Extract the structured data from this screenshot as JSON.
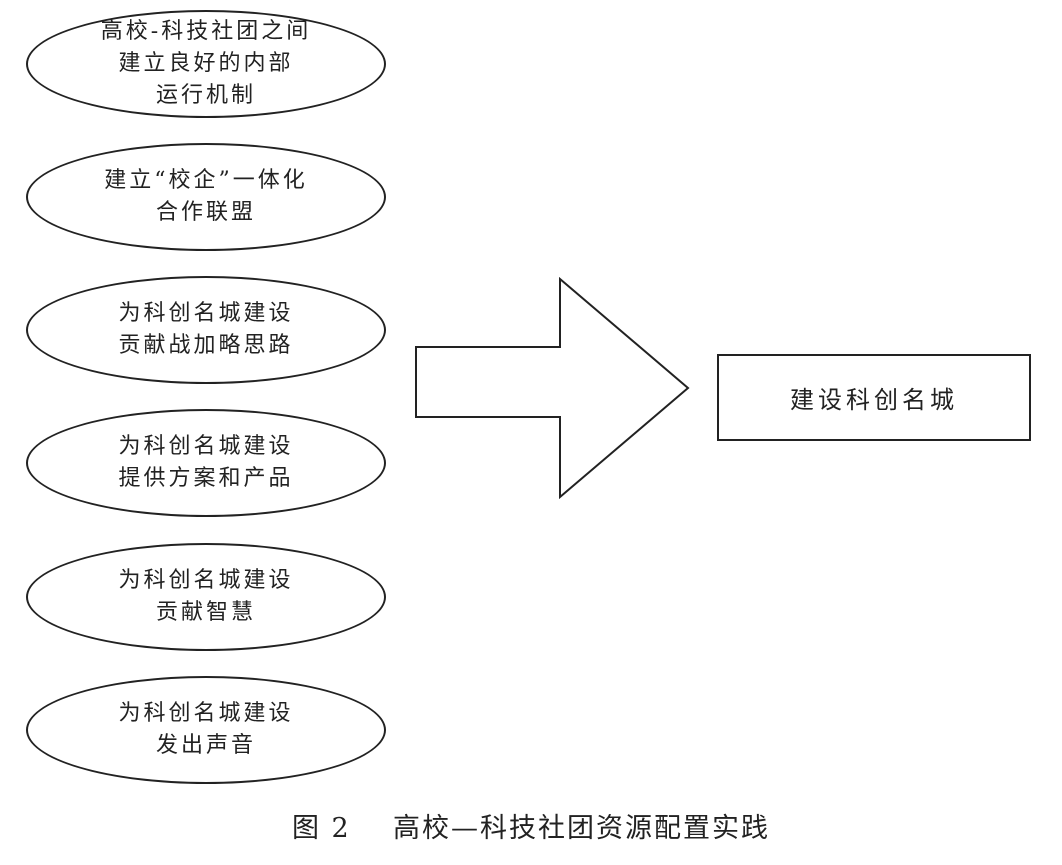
{
  "practices": [
    "高校-科技社团之间\n建立良好的内部\n运行机制",
    "建立“校企”一体化\n合作联盟",
    "为科创名城建设\n贡献战加略思路",
    "为科创名城建设\n提供方案和产品",
    "为科创名城建设\n贡献智慧",
    "为科创名城建设\n发出声音"
  ],
  "target": "建设科创名城",
  "caption": {
    "figure_label": "图 2",
    "title": "高校—科技社团资源配置实践"
  }
}
